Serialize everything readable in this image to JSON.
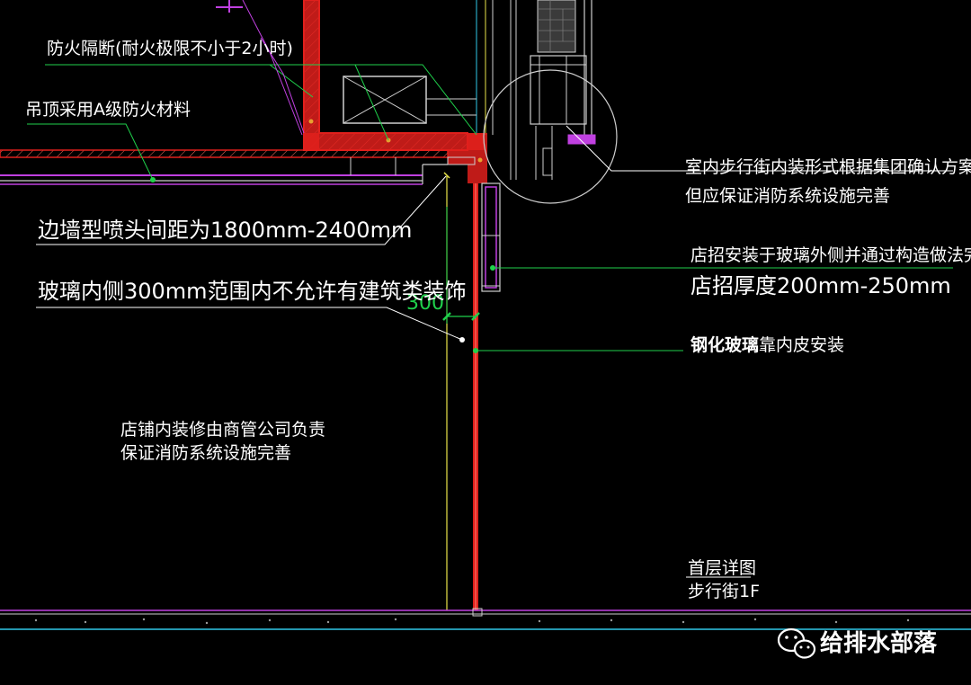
{
  "annotations": {
    "firewall": "防火隔断(耐火极限不小于2小时)",
    "ceiling": "吊顶采用A级防火材料",
    "sprinkler": "边墙型喷头间距为1800mm-2400mm",
    "glass_zone": "玻璃内侧300mm范围内不允许有建筑类装饰",
    "street_line1": "室内步行街内装形式根据集团确认方案完成",
    "street_line2": "但应保证消防系统设施完善",
    "sign_line1": "店招安装于玻璃外侧并通过构造做法完成",
    "sign_line2": "店招厚度200mm-250mm",
    "glass_bold": "钢化玻璃",
    "glass_rest": "靠内皮安装",
    "shop_line1": "店铺内装修由商管公司负责",
    "shop_line2": "保证消防系统设施完善",
    "title_line1": "首层详图",
    "title_line2": "步行街1F"
  },
  "dimension": {
    "value": "300"
  },
  "watermark": {
    "text": "给排水部落",
    "icon": "wechat-icon"
  },
  "colors": {
    "background": "#000000",
    "firewall_red": "#e0201c",
    "leader_white": "#ffffff",
    "cad_green": "#1fd14b",
    "cad_yellow": "#e8e44a",
    "cad_magenta": "#c040e0",
    "cad_cyan": "#30c8e8"
  }
}
